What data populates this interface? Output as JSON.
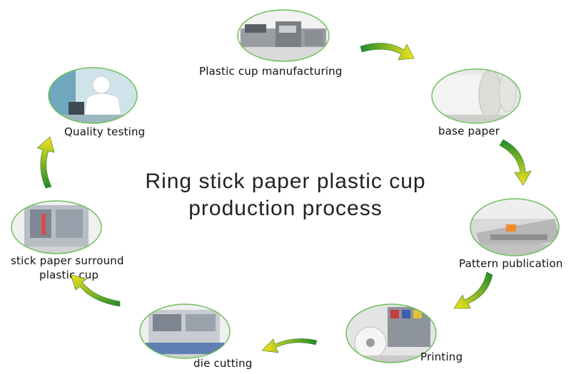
{
  "title": {
    "line1": "Ring stick paper plastic cup",
    "line2": "production process"
  },
  "steps": [
    {
      "label": "Plastic cup manufacturing",
      "icon": "extrusion-machine-photo"
    },
    {
      "label": "base paper",
      "icon": "paper-roll-photo"
    },
    {
      "label": "Pattern publication",
      "icon": "printing-workshop-photo"
    },
    {
      "label": "Printing",
      "icon": "printing-press-photo"
    },
    {
      "label": "die cutting",
      "icon": "die-cutting-machine-photo"
    },
    {
      "label": "stick paper surround",
      "label2": "plastic cup",
      "icon": "cup-forming-machine-photo"
    },
    {
      "label": "Quality testing",
      "icon": "lab-technician-photo"
    }
  ],
  "colors": {
    "ellipse_border": "#6fbf5a",
    "arrow_start": "#1f8a2c",
    "arrow_end": "#f5e21b"
  }
}
